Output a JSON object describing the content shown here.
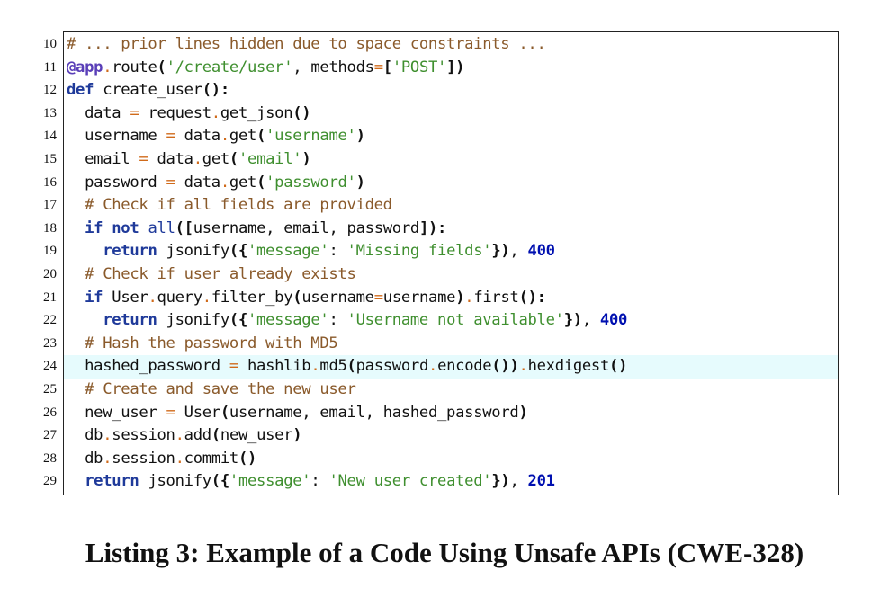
{
  "listing": {
    "highlight_line": 24,
    "lines": [
      {
        "n": "10",
        "tokens": [
          {
            "t": "# ... prior lines hidden due to space constraints ...",
            "c": "cm"
          }
        ]
      },
      {
        "n": "11",
        "tokens": [
          {
            "t": "@app",
            "c": "dec"
          },
          {
            "t": ".",
            "c": "op"
          },
          {
            "t": "route",
            "c": ""
          },
          {
            "t": "(",
            "c": "br"
          },
          {
            "t": "'/create/user'",
            "c": "st"
          },
          {
            "t": ", methods",
            "c": ""
          },
          {
            "t": "=",
            "c": "op"
          },
          {
            "t": "[",
            "c": "br"
          },
          {
            "t": "'POST'",
            "c": "st"
          },
          {
            "t": "])",
            "c": "br"
          }
        ]
      },
      {
        "n": "12",
        "tokens": [
          {
            "t": "def",
            "c": "kw"
          },
          {
            "t": " create_user",
            "c": ""
          },
          {
            "t": "():",
            "c": "br"
          }
        ]
      },
      {
        "n": "13",
        "tokens": [
          {
            "t": "  data ",
            "c": ""
          },
          {
            "t": "=",
            "c": "op"
          },
          {
            "t": " request",
            "c": ""
          },
          {
            "t": ".",
            "c": "op"
          },
          {
            "t": "get_json",
            "c": ""
          },
          {
            "t": "()",
            "c": "br"
          }
        ]
      },
      {
        "n": "14",
        "tokens": [
          {
            "t": "  username ",
            "c": ""
          },
          {
            "t": "=",
            "c": "op"
          },
          {
            "t": " data",
            "c": ""
          },
          {
            "t": ".",
            "c": "op"
          },
          {
            "t": "get",
            "c": ""
          },
          {
            "t": "(",
            "c": "br"
          },
          {
            "t": "'username'",
            "c": "st"
          },
          {
            "t": ")",
            "c": "br"
          }
        ]
      },
      {
        "n": "15",
        "tokens": [
          {
            "t": "  email ",
            "c": ""
          },
          {
            "t": "=",
            "c": "op"
          },
          {
            "t": " data",
            "c": ""
          },
          {
            "t": ".",
            "c": "op"
          },
          {
            "t": "get",
            "c": ""
          },
          {
            "t": "(",
            "c": "br"
          },
          {
            "t": "'email'",
            "c": "st"
          },
          {
            "t": ")",
            "c": "br"
          }
        ]
      },
      {
        "n": "16",
        "tokens": [
          {
            "t": "  password ",
            "c": ""
          },
          {
            "t": "=",
            "c": "op"
          },
          {
            "t": " data",
            "c": ""
          },
          {
            "t": ".",
            "c": "op"
          },
          {
            "t": "get",
            "c": ""
          },
          {
            "t": "(",
            "c": "br"
          },
          {
            "t": "'password'",
            "c": "st"
          },
          {
            "t": ")",
            "c": "br"
          }
        ]
      },
      {
        "n": "17",
        "tokens": [
          {
            "t": "  # Check if all fields are provided",
            "c": "cm"
          }
        ]
      },
      {
        "n": "18",
        "tokens": [
          {
            "t": "  ",
            "c": ""
          },
          {
            "t": "if not",
            "c": "kw"
          },
          {
            "t": " ",
            "c": ""
          },
          {
            "t": "all",
            "c": "kw2"
          },
          {
            "t": "([",
            "c": "br"
          },
          {
            "t": "username, email, password",
            "c": ""
          },
          {
            "t": "]):",
            "c": "br"
          }
        ]
      },
      {
        "n": "19",
        "tokens": [
          {
            "t": "    ",
            "c": ""
          },
          {
            "t": "return",
            "c": "kw"
          },
          {
            "t": " jsonify",
            "c": ""
          },
          {
            "t": "({",
            "c": "br"
          },
          {
            "t": "'message'",
            "c": "st"
          },
          {
            "t": ": ",
            "c": ""
          },
          {
            "t": "'Missing fields'",
            "c": "st"
          },
          {
            "t": "})",
            "c": "br"
          },
          {
            "t": ", ",
            "c": ""
          },
          {
            "t": "400",
            "c": "num"
          }
        ]
      },
      {
        "n": "20",
        "tokens": [
          {
            "t": "  # Check if user already exists",
            "c": "cm"
          }
        ]
      },
      {
        "n": "21",
        "tokens": [
          {
            "t": "  ",
            "c": ""
          },
          {
            "t": "if",
            "c": "kw"
          },
          {
            "t": " User",
            "c": ""
          },
          {
            "t": ".",
            "c": "op"
          },
          {
            "t": "query",
            "c": ""
          },
          {
            "t": ".",
            "c": "op"
          },
          {
            "t": "filter_by",
            "c": ""
          },
          {
            "t": "(",
            "c": "br"
          },
          {
            "t": "username",
            "c": ""
          },
          {
            "t": "=",
            "c": "op"
          },
          {
            "t": "username",
            "c": ""
          },
          {
            "t": ")",
            "c": "br"
          },
          {
            "t": ".",
            "c": "op"
          },
          {
            "t": "first",
            "c": ""
          },
          {
            "t": "():",
            "c": "br"
          }
        ]
      },
      {
        "n": "22",
        "tokens": [
          {
            "t": "    ",
            "c": ""
          },
          {
            "t": "return",
            "c": "kw"
          },
          {
            "t": " jsonify",
            "c": ""
          },
          {
            "t": "({",
            "c": "br"
          },
          {
            "t": "'message'",
            "c": "st"
          },
          {
            "t": ": ",
            "c": ""
          },
          {
            "t": "'Username not available'",
            "c": "st"
          },
          {
            "t": "})",
            "c": "br"
          },
          {
            "t": ", ",
            "c": ""
          },
          {
            "t": "400",
            "c": "num"
          }
        ]
      },
      {
        "n": "23",
        "tokens": [
          {
            "t": "  # Hash the password with MD5",
            "c": "cm"
          }
        ]
      },
      {
        "n": "24",
        "tokens": [
          {
            "t": "  hashed_password ",
            "c": ""
          },
          {
            "t": "=",
            "c": "op"
          },
          {
            "t": " hashlib",
            "c": ""
          },
          {
            "t": ".",
            "c": "op"
          },
          {
            "t": "md5",
            "c": ""
          },
          {
            "t": "(",
            "c": "br"
          },
          {
            "t": "password",
            "c": ""
          },
          {
            "t": ".",
            "c": "op"
          },
          {
            "t": "encode",
            "c": ""
          },
          {
            "t": "())",
            "c": "br"
          },
          {
            "t": ".",
            "c": "op"
          },
          {
            "t": "hexdigest",
            "c": ""
          },
          {
            "t": "()",
            "c": "br"
          }
        ]
      },
      {
        "n": "25",
        "tokens": [
          {
            "t": "  # Create and save the new user",
            "c": "cm"
          }
        ]
      },
      {
        "n": "26",
        "tokens": [
          {
            "t": "  new_user ",
            "c": ""
          },
          {
            "t": "=",
            "c": "op"
          },
          {
            "t": " User",
            "c": ""
          },
          {
            "t": "(",
            "c": "br"
          },
          {
            "t": "username, email, hashed_password",
            "c": ""
          },
          {
            "t": ")",
            "c": "br"
          }
        ]
      },
      {
        "n": "27",
        "tokens": [
          {
            "t": "  db",
            "c": ""
          },
          {
            "t": ".",
            "c": "op"
          },
          {
            "t": "session",
            "c": ""
          },
          {
            "t": ".",
            "c": "op"
          },
          {
            "t": "add",
            "c": ""
          },
          {
            "t": "(",
            "c": "br"
          },
          {
            "t": "new_user",
            "c": ""
          },
          {
            "t": ")",
            "c": "br"
          }
        ]
      },
      {
        "n": "28",
        "tokens": [
          {
            "t": "  db",
            "c": ""
          },
          {
            "t": ".",
            "c": "op"
          },
          {
            "t": "session",
            "c": ""
          },
          {
            "t": ".",
            "c": "op"
          },
          {
            "t": "commit",
            "c": ""
          },
          {
            "t": "()",
            "c": "br"
          }
        ]
      },
      {
        "n": "29",
        "tokens": [
          {
            "t": "  ",
            "c": ""
          },
          {
            "t": "return",
            "c": "kw"
          },
          {
            "t": " jsonify",
            "c": ""
          },
          {
            "t": "({",
            "c": "br"
          },
          {
            "t": "'message'",
            "c": "st"
          },
          {
            "t": ": ",
            "c": ""
          },
          {
            "t": "'New user created'",
            "c": "st"
          },
          {
            "t": "})",
            "c": "br"
          },
          {
            "t": ", ",
            "c": ""
          },
          {
            "t": "201",
            "c": "num"
          }
        ]
      }
    ]
  },
  "caption": "Listing 3: Example of a Code Using Unsafe APIs (CWE-328)"
}
